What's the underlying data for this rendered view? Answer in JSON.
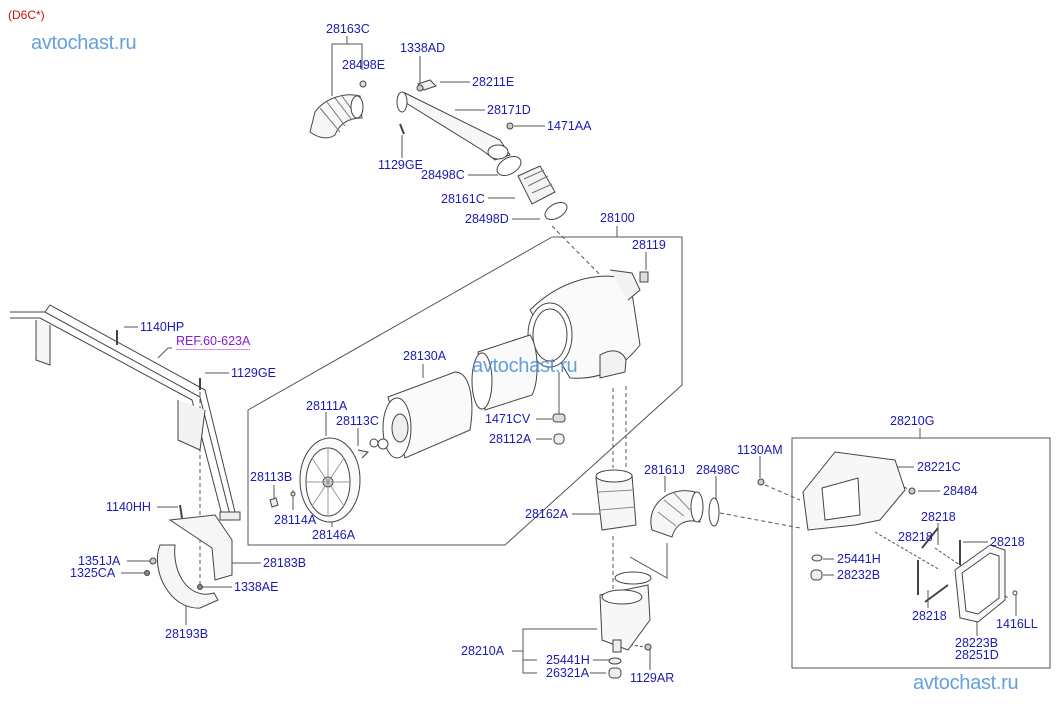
{
  "diagram": {
    "variant_code": "(D6C*)",
    "watermark": "avtochast.ru",
    "reference_link": "REF.60-623A",
    "colors": {
      "label": "#1a1ab4",
      "variant": "#cc1010",
      "reference": "#8a1ad0",
      "watermark": "#4a8fd8",
      "line": "#444444"
    },
    "labels": {
      "p28163C": "28163C",
      "p28498E": "28498E",
      "p1338AD": "1338AD",
      "p28211E": "28211E",
      "p28171D": "28171D",
      "p1471AA": "1471AA",
      "p1129GE_top": "1129GE",
      "p28498C_top": "28498C",
      "p28161C": "28161C",
      "p28498D": "28498D",
      "p28100": "28100",
      "p28119": "28119",
      "p1140HP": "1140HP",
      "p1129GE_left": "1129GE",
      "p28130A": "28130A",
      "p28111A": "28111A",
      "p28113C": "28113C",
      "p1471CV": "1471CV",
      "p28112A": "28112A",
      "p28113B": "28113B",
      "p28114A": "28114A",
      "p28146A": "28146A",
      "p1140HH": "1140HH",
      "p1351JA": "1351JA",
      "p1325CA": "1325CA",
      "p28183B": "28183B",
      "p1338AE": "1338AE",
      "p28193B": "28193B",
      "p1130AM": "1130AM",
      "p28161J": "28161J",
      "p28498C_mid": "28498C",
      "p28162A": "28162A",
      "p28210G": "28210G",
      "p28221C": "28221C",
      "p28484": "28484",
      "p28218_a": "28218",
      "p28218_b": "28218",
      "p28218_c": "28218",
      "p28218_d": "28218",
      "p25441H_right": "25441H",
      "p28232B": "28232B",
      "p1416LL": "1416LL",
      "p28223B": "28223B",
      "p28251D": "28251D",
      "p28210A": "28210A",
      "p25441H_bottom": "25441H",
      "p26321A": "26321A",
      "p1129AR": "1129AR"
    }
  }
}
